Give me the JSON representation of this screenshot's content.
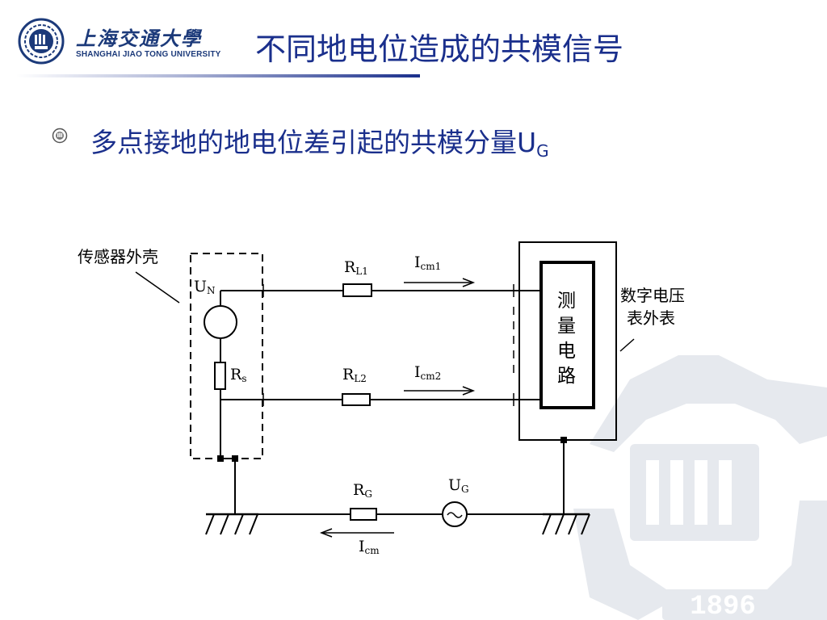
{
  "header": {
    "logo_cn": "上海交通大學",
    "logo_en": "SHANGHAI  JIAO TONG  UNIVERSITY",
    "title": "不同地电位造成的共模信号"
  },
  "bullet": {
    "text": "多点接地的地电位差引起的共模分量U",
    "sub": "G"
  },
  "diagram": {
    "sensor_housing_label": "传感器外壳",
    "meter_housing_line1": "数字电压",
    "meter_housing_line2": "表外表",
    "measure_circuit": [
      "测",
      "量",
      "电",
      "路"
    ],
    "un": {
      "main": "U",
      "sub": "N"
    },
    "rs": {
      "main": "R",
      "sub": "s"
    },
    "rl1": {
      "main": "R",
      "sub": "L1"
    },
    "rl2": {
      "main": "R",
      "sub": "L2"
    },
    "icm1": {
      "main": "I",
      "sub": "cm1"
    },
    "icm2": {
      "main": "I",
      "sub": "cm2"
    },
    "rg": {
      "main": "R",
      "sub": "G"
    },
    "ug": {
      "main": "U",
      "sub": "G"
    },
    "icm": {
      "main": "I",
      "sub": "cm"
    }
  },
  "watermark": {
    "year": "1896"
  },
  "colors": {
    "title": "#1a2f8c",
    "logo": "#1c3a7a",
    "rule": "#1a2f8c",
    "watermark": "#e6e9ee"
  }
}
